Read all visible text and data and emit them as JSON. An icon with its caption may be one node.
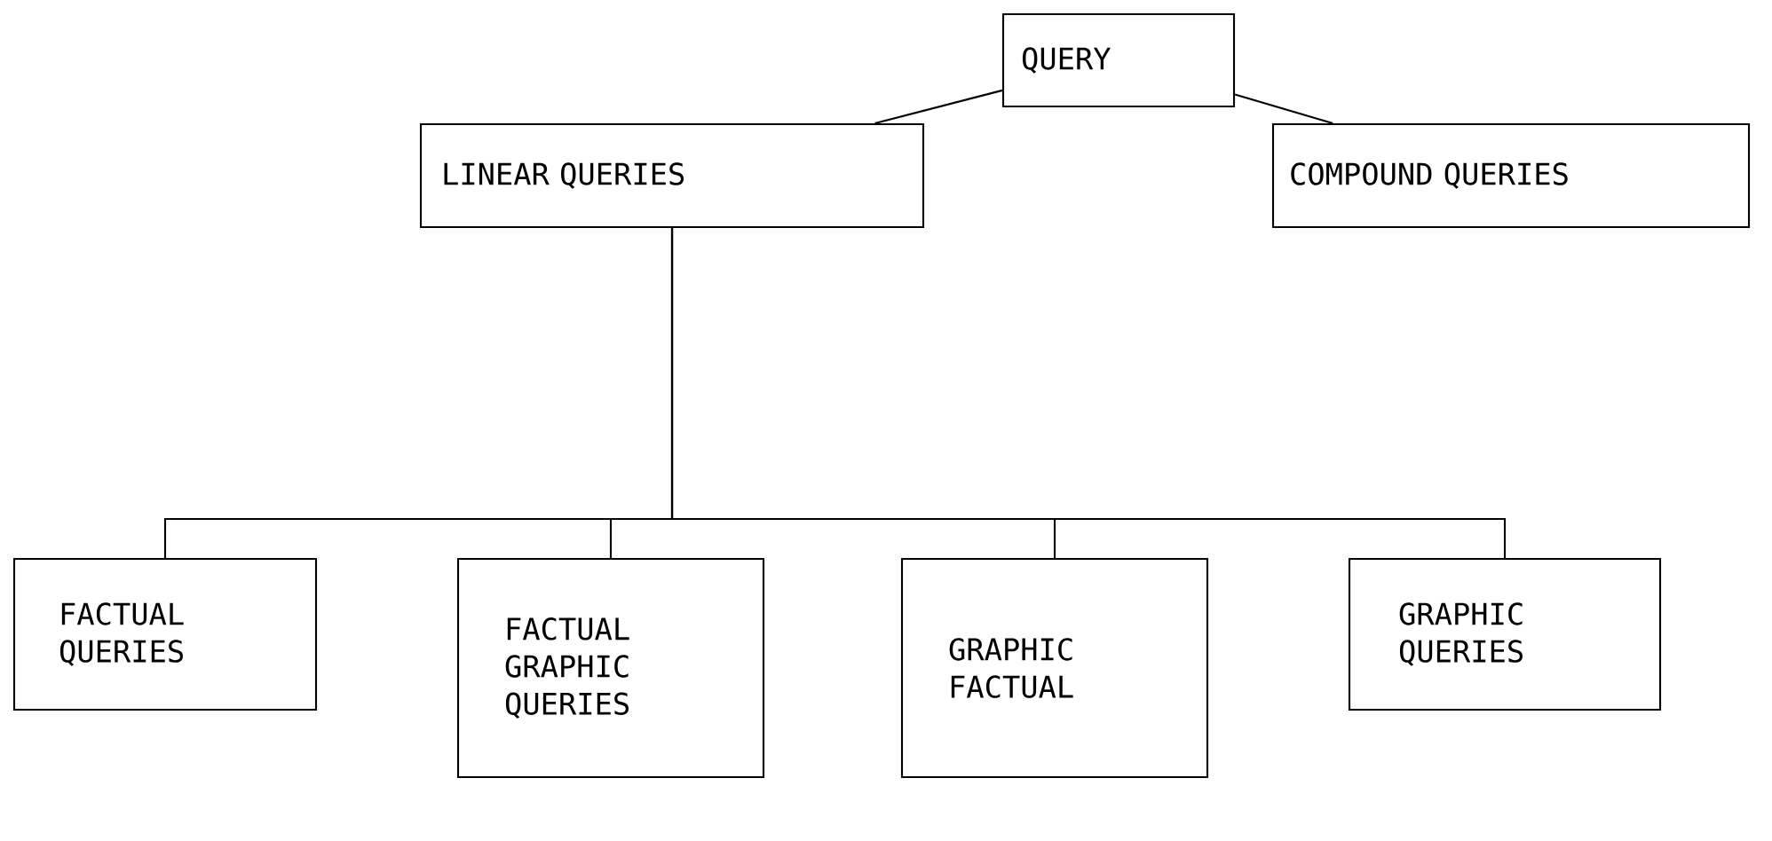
{
  "diagram": {
    "nodes": [
      {
        "text": [
          "QUERY"
        ]
      },
      {
        "text": [
          "LINEAR QUERIES"
        ]
      },
      {
        "text": [
          "COMPOUND QUERIES"
        ]
      },
      {
        "text": [
          "FACTUAL QUERIES"
        ]
      },
      {
        "text": [
          "FACTUAL GRAPHIC QUERIES"
        ]
      },
      {
        "text": [
          "GRAPHIC FACTUAL"
        ]
      },
      {
        "text": [
          "GRAPHIC QUERIES"
        ]
      }
    ],
    "edges": [
      {
        "from": 0,
        "to": 1,
        "arrow": "none"
      },
      {
        "from": 0,
        "to": 2,
        "arrow": "none"
      },
      {
        "from": 1,
        "to": 3,
        "arrow": "none"
      },
      {
        "from": 1,
        "to": 4,
        "arrow": "none"
      },
      {
        "from": 1,
        "to": 5,
        "arrow": "none"
      },
      {
        "from": 1,
        "to": 6,
        "arrow": "none"
      }
    ]
  }
}
